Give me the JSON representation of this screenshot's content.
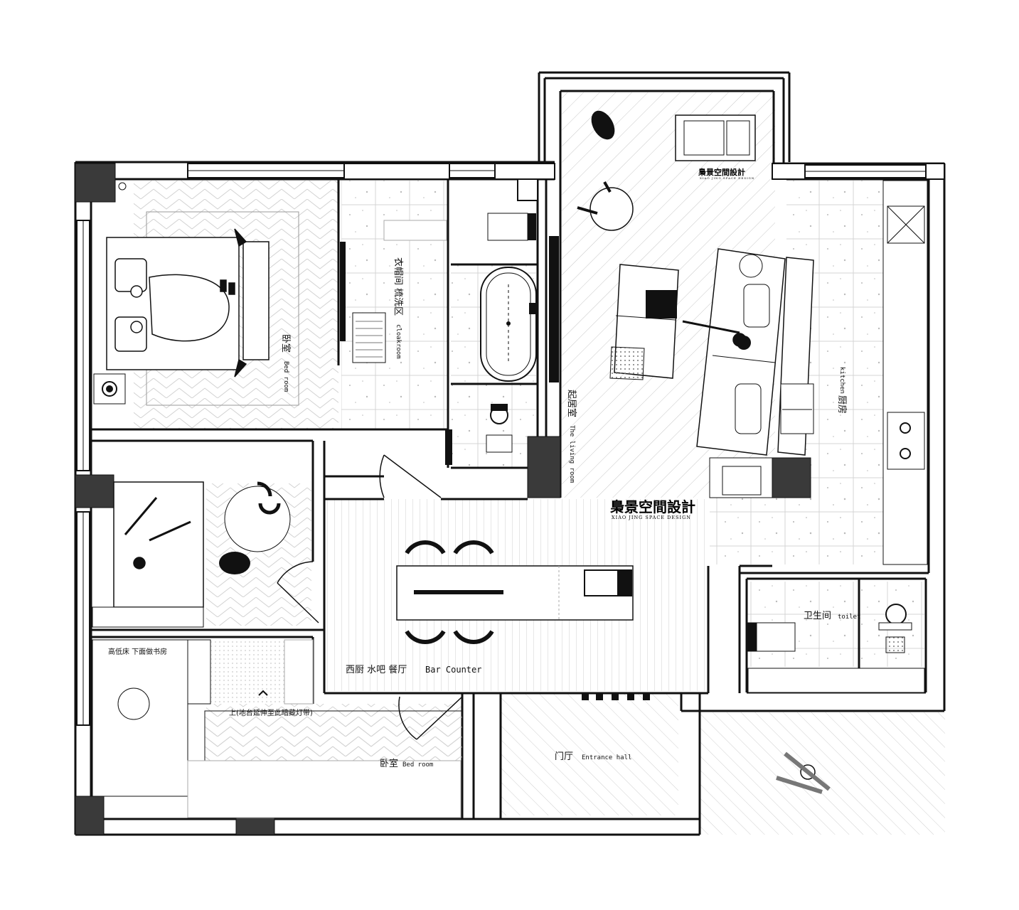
{
  "brand": {
    "name": "梟景空間設計",
    "subtitle": "XIAO JING SPACE DESIGN"
  },
  "rooms": {
    "master_bedroom": {
      "cn": "卧室",
      "en": "Bed room"
    },
    "cloakroom": {
      "cn": "衣帽间 梳洗区",
      "en": "cloakroom"
    },
    "living_room": {
      "cn": "起居室",
      "en": "The living room"
    },
    "kitchen": {
      "cn": "厨房",
      "en": "kitchen"
    },
    "bar_counter": {
      "cn": "西厨 水吧 餐厅",
      "en": "Bar Counter"
    },
    "toilet": {
      "cn": "卫生间",
      "en": "toilet"
    },
    "loft_note": {
      "cn": "高低床 下面做书房"
    },
    "step_note": {
      "cn": "上(地台延伸至此暗藏灯带)"
    },
    "second_bedroom": {
      "cn": "卧室",
      "en": "Bed room"
    },
    "entrance": {
      "cn": "门厅",
      "en": "Entrance hall"
    }
  },
  "colors": {
    "wall": "#111111",
    "column": "#3a3a3a",
    "hatch": "#bdbdbd",
    "tile": "#cfcfcf"
  }
}
